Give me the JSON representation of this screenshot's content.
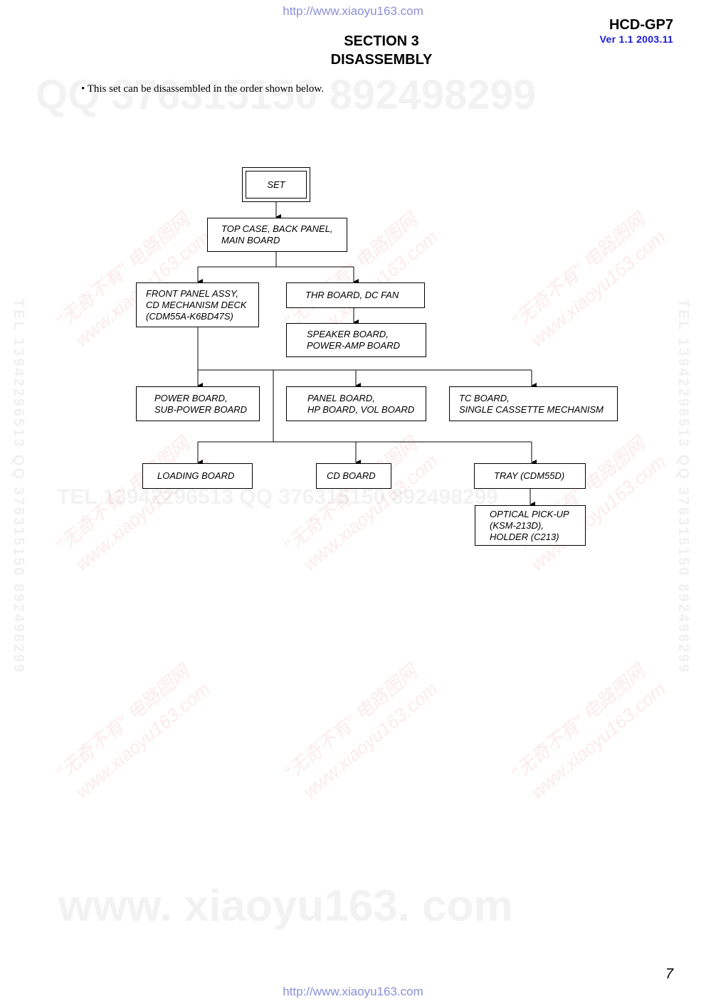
{
  "header": {
    "url_top": "http://www.xiaoyu163.com",
    "model": "HCD-GP7",
    "version": "Ver 1.1  2003.11",
    "section_line1": "SECTION 3",
    "section_line2": "DISASSEMBLY"
  },
  "intro": "• This set can be disassembled in the order shown below.",
  "diagram": {
    "set": "SET",
    "top_case": [
      "TOP CASE, BACK PANEL,",
      "MAIN BOARD"
    ],
    "front_panel": [
      "FRONT PANEL ASSY,",
      "CD MECHANISM DECK",
      "(CDM55A-K6BD47S)"
    ],
    "thr_board": "THR BOARD, DC FAN",
    "speaker_board": [
      "SPEAKER BOARD,",
      "POWER-AMP BOARD"
    ],
    "power_board": [
      "POWER BOARD,",
      "SUB-POWER BOARD"
    ],
    "panel_board": [
      "PANEL BOARD,",
      "HP BOARD, VOL BOARD"
    ],
    "tc_board": [
      "TC BOARD,",
      "SINGLE CASSETTE MECHANISM"
    ],
    "loading_board": "LOADING BOARD",
    "cd_board": "CD BOARD",
    "tray": "TRAY (CDM55D)",
    "optical": [
      "OPTICAL PICK-UP",
      "(KSM-213D),",
      "HOLDER (C213)"
    ]
  },
  "watermarks": {
    "big_top": "QQ 376315150    892498299",
    "big_mid": "TEL 13942296513    QQ 376315150    892498299",
    "big_bottom": "www. xiaoyu163. com",
    "diag_line1": "\"无奇不有\" 电路图网",
    "diag_line2": "www.xiaoyu163.com",
    "side": "TEL 13942296513  QQ 376315150  892498299"
  },
  "footer": {
    "page_number": "7",
    "url_bottom": "http://www.xiaoyu163.com"
  }
}
